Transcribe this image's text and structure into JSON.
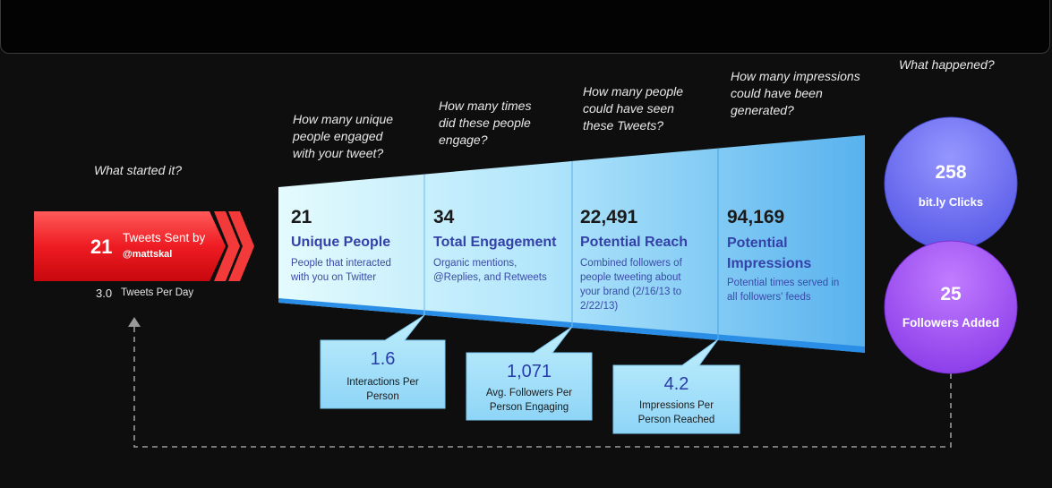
{
  "questions": {
    "started": "What started it?",
    "unique": "How many unique\npeople engaged\nwith your tweet?",
    "times": "How many times\ndid these people\nengage?",
    "seen": "How many people\ncould have seen\nthese Tweets?",
    "impressions": "How many impressions\ncould have been\ngenerated?",
    "happened": "What happened?"
  },
  "tweets": {
    "count": "21",
    "label": "Tweets Sent by",
    "handle": "@mattskal",
    "per_day_value": "3.0",
    "per_day_label": "Tweets  Per Day"
  },
  "funnel": [
    {
      "number": "21",
      "title": "Unique People",
      "desc": "People that interacted\nwith you on Twitter"
    },
    {
      "number": "34",
      "title": "Total Engagement",
      "desc": "Organic mentions,\n@Replies, and Retweets"
    },
    {
      "number": "22,491",
      "title": "Potential Reach",
      "desc": "Combined followers of\npeople tweeting  about\nyour brand (2/16/13 to\n2/22/13)"
    },
    {
      "number": "94,169",
      "title": "Potential\nImpressions",
      "desc": "Potential times served in\nall followers' feeds"
    }
  ],
  "callouts": [
    {
      "number": "1.6",
      "label": "Interactions Per\nPerson"
    },
    {
      "number": "1,071",
      "label": "Avg. Followers Per\nPerson Engaging"
    },
    {
      "number": "4.2",
      "label": "Impressions Per\nPerson Reached"
    }
  ],
  "results": [
    {
      "number": "258",
      "label": "bit.ly Clicks"
    },
    {
      "number": "25",
      "label": "Followers Added"
    }
  ],
  "colors": {
    "tweet_red": "#e8121b",
    "funnel_light": "#d8f6fc",
    "funnel_dark": "#59b4ee",
    "circle_blue": "#6b6ff2",
    "circle_purple": "#a14cf2",
    "dashed_line": "#9a9a9a"
  }
}
